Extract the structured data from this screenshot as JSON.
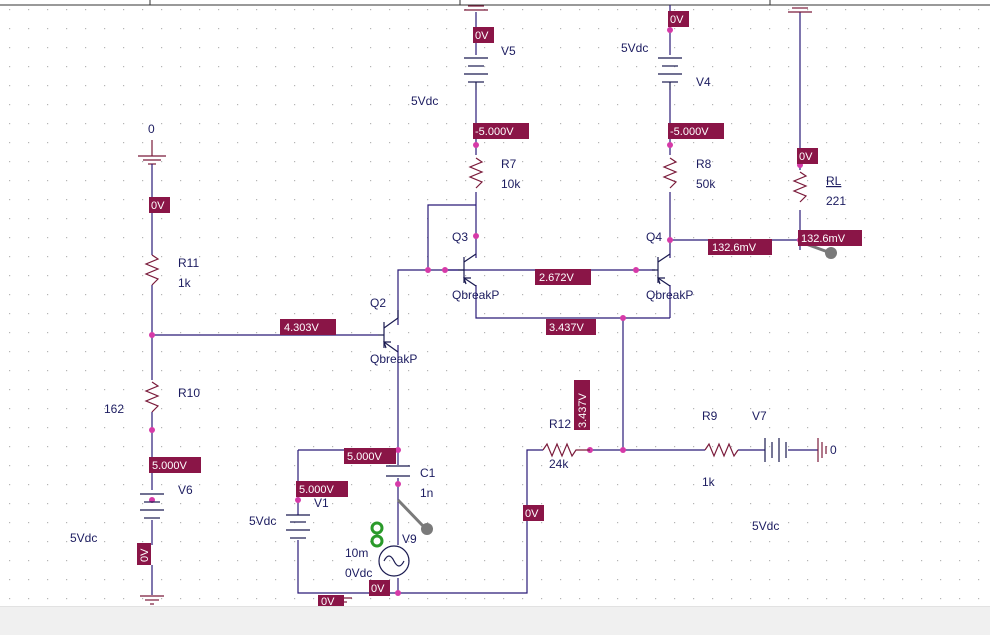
{
  "colors": {
    "wire": "#2a1a78",
    "part_wire": "#7a1a3a",
    "part_symbol": "#1a1a50",
    "label": "#1c1c60",
    "voltage_marker_bg": "#8a1547",
    "voltage_marker_text": "#ffffff",
    "junction": "#d63aa8",
    "probe_green": "#2a9a2a",
    "probe_gray": "#7a7a7a",
    "grid_dot": "#b4b4b4",
    "status_bar": "#f0f0f0"
  },
  "ground_label": "0",
  "parts": [
    {
      "id": "R11",
      "ref": "R11",
      "value": "1k"
    },
    {
      "id": "R10",
      "ref": "R10",
      "value": "162"
    },
    {
      "id": "R7",
      "ref": "R7",
      "value": "10k"
    },
    {
      "id": "R8",
      "ref": "R8",
      "value": "50k"
    },
    {
      "id": "RL",
      "ref": "RL",
      "value": "221"
    },
    {
      "id": "R12",
      "ref": "R12",
      "value": "24k"
    },
    {
      "id": "R9",
      "ref": "R9",
      "value": "1k"
    },
    {
      "id": "Q2",
      "ref": "Q2",
      "model": "QbreakP"
    },
    {
      "id": "Q3",
      "ref": "Q3",
      "model": "QbreakP"
    },
    {
      "id": "Q4",
      "ref": "Q4",
      "model": "QbreakP"
    },
    {
      "id": "V5",
      "ref": "V5",
      "value": "5Vdc"
    },
    {
      "id": "V4",
      "ref": "V4",
      "value": "5Vdc"
    },
    {
      "id": "V6",
      "ref": "V6",
      "value": "5Vdc"
    },
    {
      "id": "V1",
      "ref": "V1",
      "value": "5Vdc"
    },
    {
      "id": "V7",
      "ref": "V7",
      "value": "5Vdc"
    },
    {
      "id": "V9",
      "ref": "V9",
      "value_ac": "10m",
      "value_dc": "0Vdc"
    },
    {
      "id": "C1",
      "ref": "C1",
      "value": "1n"
    }
  ],
  "voltage_markers": [
    {
      "id": "v5-top",
      "text": "0V"
    },
    {
      "id": "v4-top",
      "text": "0V"
    },
    {
      "id": "r7-top",
      "text": "-5.000V"
    },
    {
      "id": "r8-top",
      "text": "-5.000V"
    },
    {
      "id": "rl-top",
      "text": "0V"
    },
    {
      "id": "r11-top",
      "text": "0V"
    },
    {
      "id": "q4-collector",
      "text": "132.6mV"
    },
    {
      "id": "rl-bottom",
      "text": "132.6mV"
    },
    {
      "id": "q3-q4-base",
      "text": "2.672V"
    },
    {
      "id": "q2-base",
      "text": "4.303V"
    },
    {
      "id": "emitter-node",
      "text": "3.437V"
    },
    {
      "id": "r12-right",
      "text": "3.437V"
    },
    {
      "id": "v6-top",
      "text": "5.000V"
    },
    {
      "id": "q2-collector",
      "text": "5.000V"
    },
    {
      "id": "v1-top",
      "text": "5.000V"
    },
    {
      "id": "r12-left",
      "text": "0V"
    },
    {
      "id": "v6-bottom",
      "text": "0V"
    },
    {
      "id": "v9-bottom",
      "text": "0V"
    },
    {
      "id": "v1-bottom",
      "text": "0V"
    }
  ]
}
